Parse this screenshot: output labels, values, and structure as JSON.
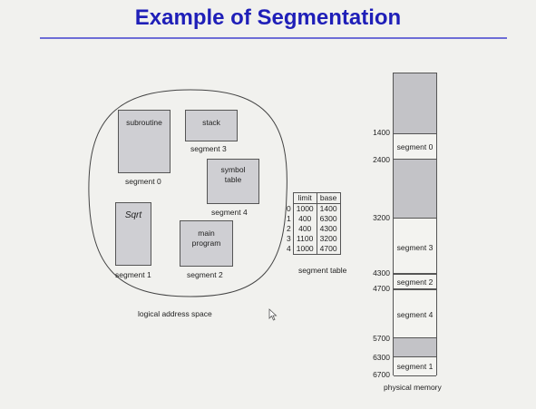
{
  "title": "Example of Segmentation",
  "logical": {
    "caption": "logical address space",
    "segments": [
      {
        "id": "subroutine",
        "label": "subroutine",
        "name": "segment 0"
      },
      {
        "id": "stack",
        "label": "stack",
        "name": "segment 3"
      },
      {
        "id": "symbol",
        "label": "symbol table",
        "name": "segment 4"
      },
      {
        "id": "sqrt",
        "label": "Sqrt",
        "name": "segment 1"
      },
      {
        "id": "main",
        "label": "main program",
        "name": "segment 2"
      }
    ]
  },
  "segment_table": {
    "caption": "segment table",
    "headers": {
      "limit": "limit",
      "base": "base"
    },
    "rows": [
      {
        "idx": "0",
        "limit": "1000",
        "base": "1400"
      },
      {
        "idx": "1",
        "limit": "400",
        "base": "6300"
      },
      {
        "idx": "2",
        "limit": "400",
        "base": "4300"
      },
      {
        "idx": "3",
        "limit": "1100",
        "base": "3200"
      },
      {
        "idx": "4",
        "limit": "1000",
        "base": "4700"
      }
    ]
  },
  "physical": {
    "caption": "physical memory",
    "addresses": [
      "1400",
      "2400",
      "3200",
      "4300",
      "4700",
      "5700",
      "6300",
      "6700"
    ],
    "segments": {
      "s0": "segment 0",
      "s3": "segment 3",
      "s2": "segment 2",
      "s4": "segment 4",
      "s1": "segment 1"
    }
  },
  "colors": {
    "title": "#1f1fb8",
    "segment_fill": "#cfcfd3",
    "hole_fill": "#c3c3c7"
  }
}
